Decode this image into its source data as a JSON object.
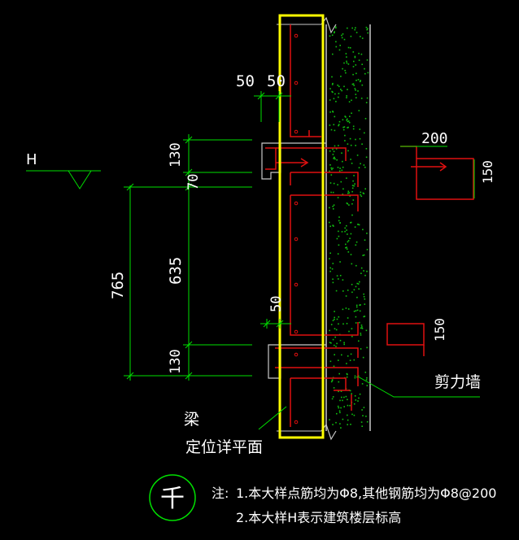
{
  "dims": {
    "d50_left": "50",
    "d50_right": "50",
    "d130_top": "130",
    "d70": "70",
    "d765": "765",
    "d635": "635",
    "d50_mid": "50",
    "d130_bot": "130",
    "d200": "200",
    "d150_top": "150",
    "d150_bot": "150"
  },
  "labels": {
    "level_mark": "H",
    "beam": "梁",
    "locate": "定位详平面",
    "shear_wall": "剪力墙",
    "symbol": "千"
  },
  "notes": {
    "prefix": "注:",
    "line1": "1.本大样点筋均为Φ8,其他钢筋均为Φ8@200",
    "line2": "2.本大样H表示建筑楼层标高"
  },
  "colors": {
    "dim_line": "#00e000",
    "rebar": "#e01010",
    "highlight": "#ffff00",
    "wall": "#c8c8c8",
    "text": "#ffffff"
  }
}
